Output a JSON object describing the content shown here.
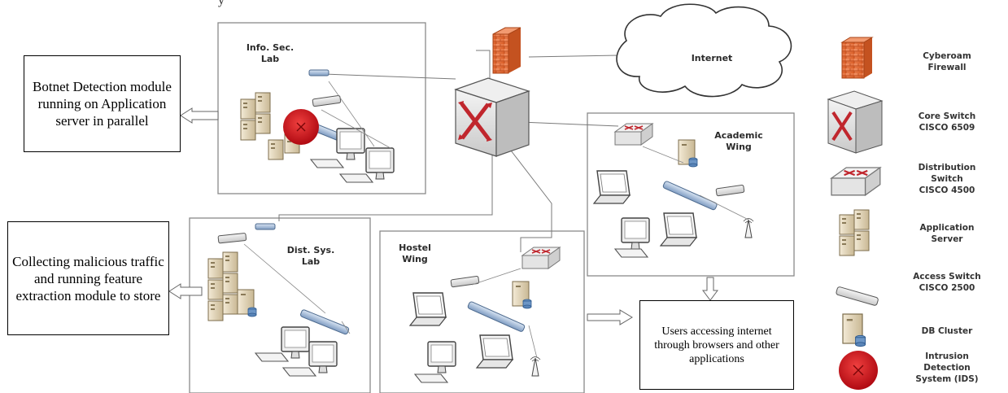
{
  "cropped_text": "y",
  "callouts": {
    "botnet": "Botnet Detection module running on Application server in parallel",
    "collecting": "Collecting malicious traffic and running feature extraction module to store",
    "users": "Users accessing internet through browsers and other applications"
  },
  "zones": {
    "info_sec_lab": "Info. Sec.\nLab",
    "dist_sys_lab": "Dist. Sys.\nLab",
    "hostel_wing": "Hostel\nWing",
    "academic_wing": "Academic\nWing",
    "internet": "Internet"
  },
  "legend": [
    {
      "icon": "firewall-icon",
      "label": "Cyberoam\nFirewall"
    },
    {
      "icon": "core-switch-icon",
      "label": "Core Switch\nCISCO 6509"
    },
    {
      "icon": "distribution-switch-icon",
      "label": "Distribution\nSwitch\nCISCO 4500"
    },
    {
      "icon": "application-server-icon",
      "label": "Application\nServer"
    },
    {
      "icon": "access-switch-icon",
      "label": "Access Switch\nCISCO 2500"
    },
    {
      "icon": "db-cluster-icon",
      "label": "DB Cluster"
    },
    {
      "icon": "ids-icon",
      "label": "Intrusion\nDetection\nSystem (IDS)"
    }
  ],
  "colors": {
    "firewall": "#e8703a",
    "core_switch_arrows": "#c0262d",
    "ids": "#d9141b",
    "access_switch": "#9fb8d6",
    "zone_border": "#8a8a8a"
  }
}
